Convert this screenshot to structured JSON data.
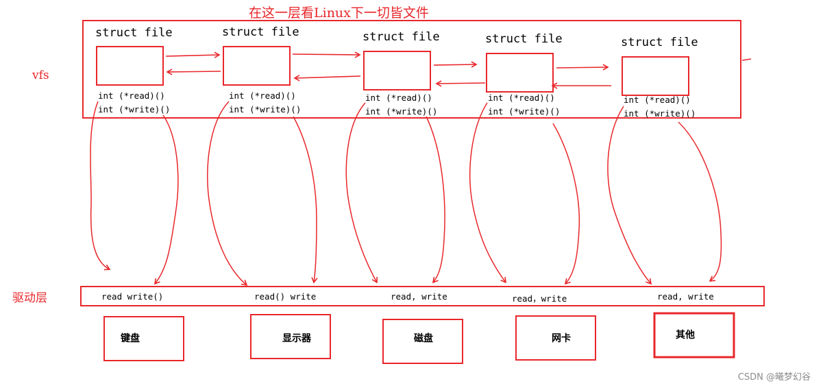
{
  "title": "在这一层看Linux下一切皆文件",
  "layers": {
    "vfs": "vfs",
    "driver": "驱动层"
  },
  "files": [
    {
      "label": "struct file",
      "read_fn": "int (*read)()",
      "write_fn": "int (*write)()"
    },
    {
      "label": "struct file",
      "read_fn": "int (*read)()",
      "write_fn": "int (*write)()"
    },
    {
      "label": "struct file",
      "read_fn": "int (*read)()",
      "write_fn": "int (*write)()"
    },
    {
      "label": "struct file",
      "read_fn": "int (*read)()",
      "write_fn": "int (*write)()"
    },
    {
      "label": "struct file",
      "read_fn": "int (*read)()",
      "write_fn": "int (*write)()"
    }
  ],
  "driver_methods": [
    "read write()",
    "read() write",
    "read,  write",
    "read，write",
    "read,  write"
  ],
  "devices": [
    "键盘",
    "显示器",
    "磁盘",
    "网卡",
    "其他"
  ],
  "watermark": "CSDN @曦梦幻谷",
  "colors": {
    "accent": "#e8262a"
  }
}
